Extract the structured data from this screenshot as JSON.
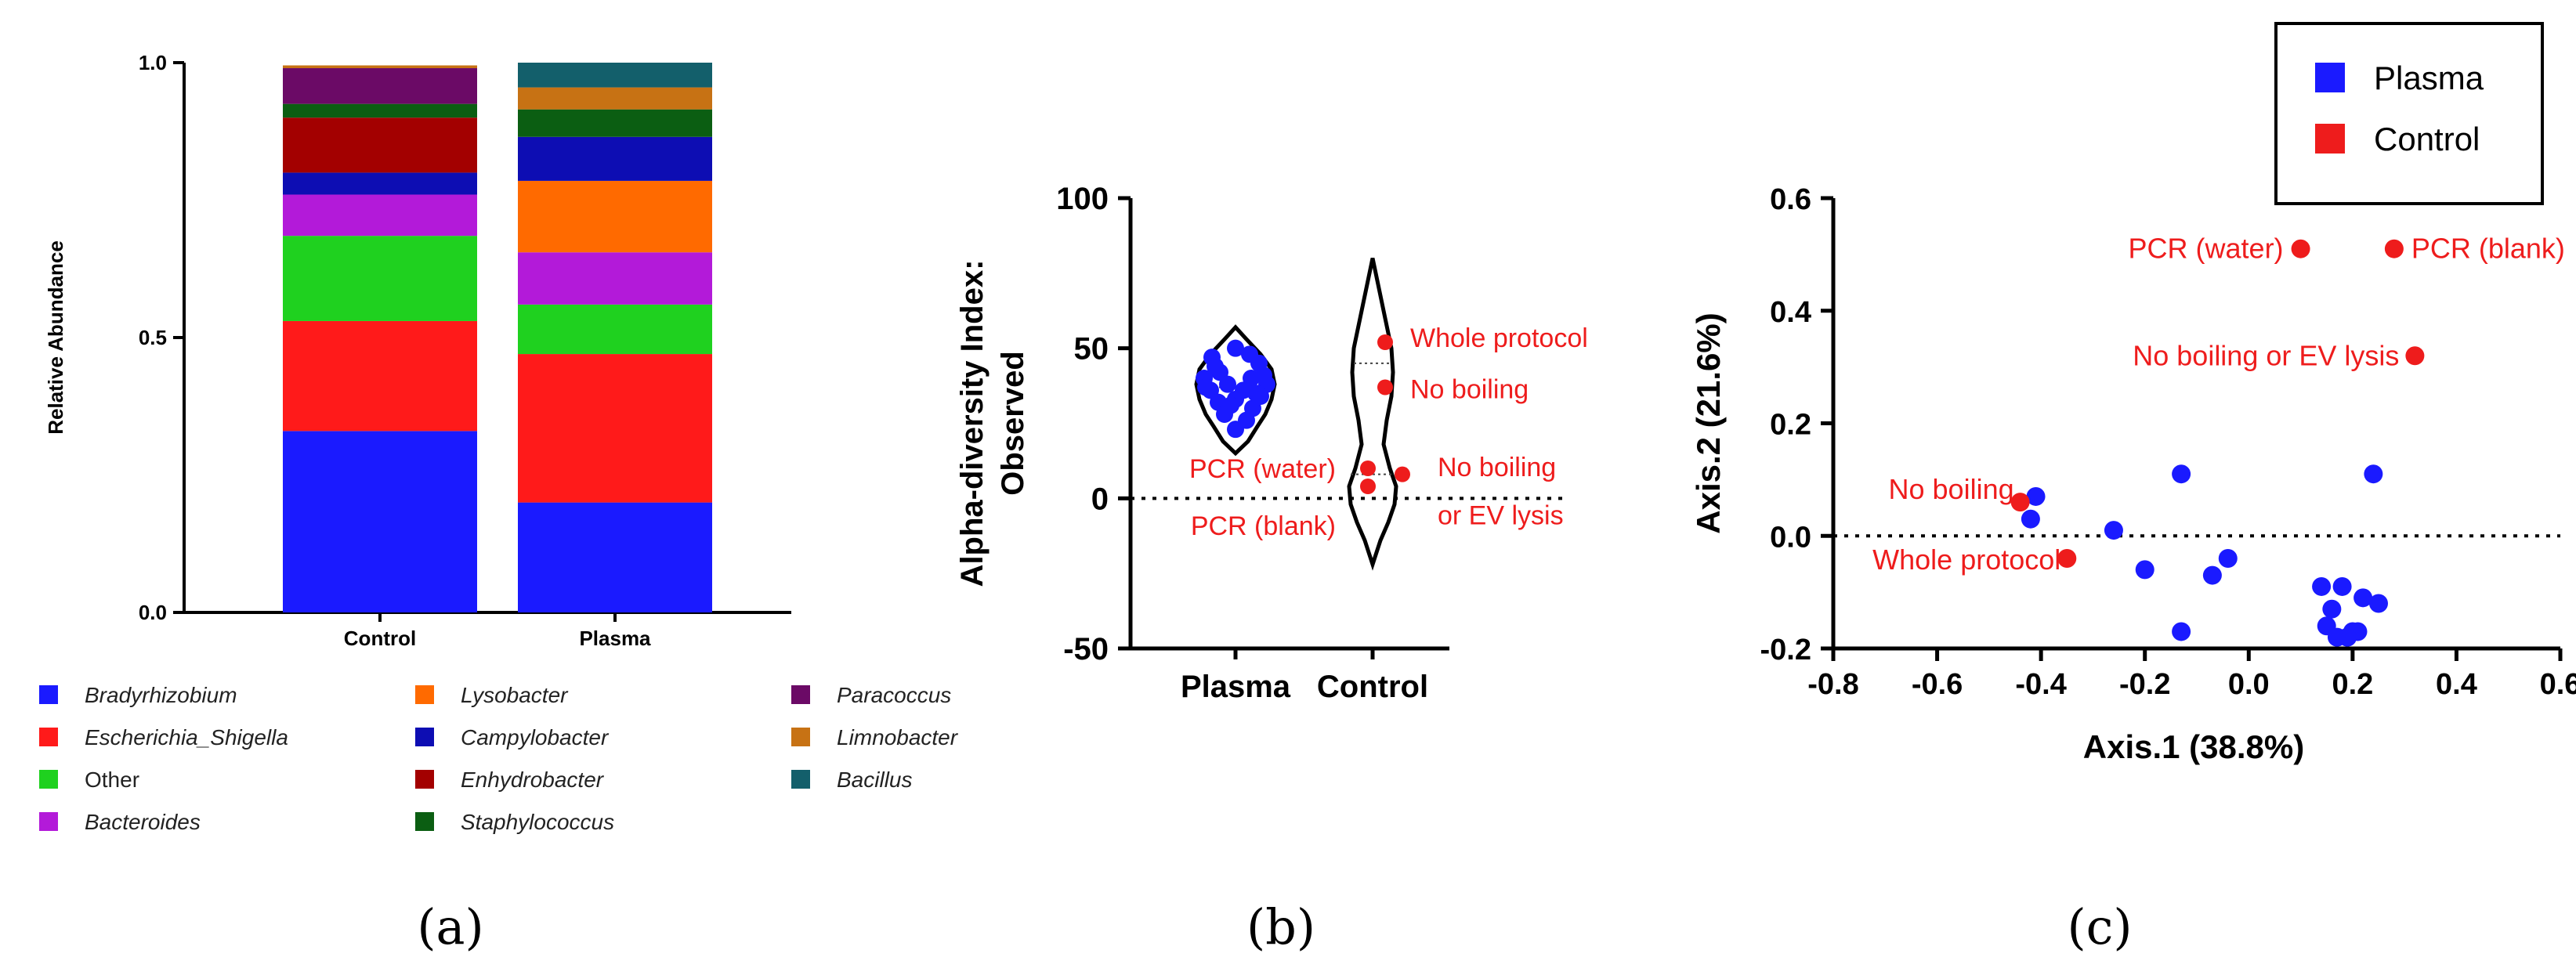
{
  "panel_labels": [
    "(a)",
    "(b)",
    "(c)"
  ],
  "chart_data": [
    {
      "type": "bar",
      "stacked": true,
      "categories": [
        "Control",
        "Plasma"
      ],
      "ylabel": "Relative Abundance",
      "ylim": [
        0,
        1.0
      ],
      "yticks": [
        "0.0",
        "0.5",
        "1.0"
      ],
      "series": [
        {
          "name": "Bradyrhizobium",
          "italic": true,
          "color": "#1a1aff",
          "values": [
            0.33,
            0.2
          ]
        },
        {
          "name": "Escherichia_Shigella",
          "italic": true,
          "color": "#ff1a1a",
          "values": [
            0.2,
            0.27
          ]
        },
        {
          "name": "Other",
          "italic": false,
          "color": "#1fd11f",
          "values": [
            0.155,
            0.09
          ]
        },
        {
          "name": "Bacteroides",
          "italic": true,
          "color": "#b31ad9",
          "values": [
            0.075,
            0.095
          ]
        },
        {
          "name": "Lysobacter",
          "italic": true,
          "color": "#ff6a00",
          "values": [
            0.0,
            0.13
          ]
        },
        {
          "name": "Campylobacter",
          "italic": true,
          "color": "#0d0db3",
          "values": [
            0.04,
            0.08
          ]
        },
        {
          "name": "Enhydrobacter",
          "italic": true,
          "color": "#a30000",
          "values": [
            0.1,
            0.0
          ]
        },
        {
          "name": "Staphylococcus",
          "italic": true,
          "color": "#0b5e12",
          "values": [
            0.025,
            0.05
          ]
        },
        {
          "name": "Paracoccus",
          "italic": true,
          "color": "#6b0a66",
          "values": [
            0.065,
            0.0
          ]
        },
        {
          "name": "Limnobacter",
          "italic": true,
          "color": "#c77214",
          "values": [
            0.005,
            0.04
          ]
        },
        {
          "name": "Bacillus",
          "italic": true,
          "color": "#135f6b",
          "values": [
            0.0,
            0.045
          ]
        }
      ]
    },
    {
      "type": "scatter",
      "subtype": "violin",
      "ylabel": "Alpha-diversity Index:\nObserved",
      "categories": [
        "Plasma",
        "Control"
      ],
      "ylim": [
        -50,
        100
      ],
      "yticks": [
        "-50",
        "0",
        "50",
        "100"
      ],
      "point_colors": {
        "Plasma": "#1a1aff",
        "Control": "#ee1c1c"
      },
      "plasma_points": [
        47,
        45,
        42,
        40,
        40,
        38,
        38,
        36,
        36,
        34,
        33,
        32,
        30,
        28,
        26,
        23,
        50,
        48,
        44,
        41,
        37,
        35,
        31
      ],
      "control_points": [
        {
          "label": "Whole protocol",
          "value": 52
        },
        {
          "label": "No boiling",
          "value": 37
        },
        {
          "label": "PCR (water)",
          "value": 10
        },
        {
          "label": "No boiling\nor EV lysis",
          "value": 8
        },
        {
          "label": "PCR (blank)",
          "value": 4
        }
      ]
    },
    {
      "type": "scatter",
      "xlabel": "Axis.1 (38.8%)",
      "ylabel": "Axis.2 (21.6%)",
      "xlim": [
        -0.8,
        0.6
      ],
      "ylim": [
        -0.2,
        0.6
      ],
      "xticks": [
        "-0.8",
        "-0.6",
        "-0.4",
        "-0.2",
        "0.0",
        "0.2",
        "0.4",
        "0.6"
      ],
      "yticks": [
        "-0.2",
        "0.0",
        "0.2",
        "0.4",
        "0.6"
      ],
      "legend": [
        {
          "name": "Plasma",
          "color": "#1a1aff"
        },
        {
          "name": "Control",
          "color": "#ee1c1c"
        }
      ],
      "series": [
        {
          "name": "Plasma",
          "points": [
            [
              -0.41,
              0.07
            ],
            [
              -0.42,
              0.03
            ],
            [
              -0.26,
              0.01
            ],
            [
              -0.13,
              0.11
            ],
            [
              -0.2,
              -0.06
            ],
            [
              -0.07,
              -0.07
            ],
            [
              -0.04,
              -0.04
            ],
            [
              -0.13,
              -0.17
            ],
            [
              0.14,
              -0.09
            ],
            [
              0.18,
              -0.09
            ],
            [
              0.16,
              -0.13
            ],
            [
              0.15,
              -0.16
            ],
            [
              0.17,
              -0.18
            ],
            [
              0.19,
              -0.18
            ],
            [
              0.21,
              -0.17
            ],
            [
              0.22,
              -0.11
            ],
            [
              0.25,
              -0.12
            ],
            [
              0.24,
              0.11
            ],
            [
              0.2,
              -0.17
            ]
          ]
        },
        {
          "name": "Control",
          "points": [
            {
              "label": "PCR (water)",
              "x": 0.1,
              "y": 0.51
            },
            {
              "label": "PCR (blank)",
              "x": 0.28,
              "y": 0.51
            },
            {
              "label": "No boiling or EV lysis",
              "x": 0.32,
              "y": 0.32
            },
            {
              "label": "No boiling",
              "x": -0.44,
              "y": 0.06
            },
            {
              "label": "Whole protocol",
              "x": -0.35,
              "y": -0.04
            }
          ]
        }
      ]
    }
  ]
}
